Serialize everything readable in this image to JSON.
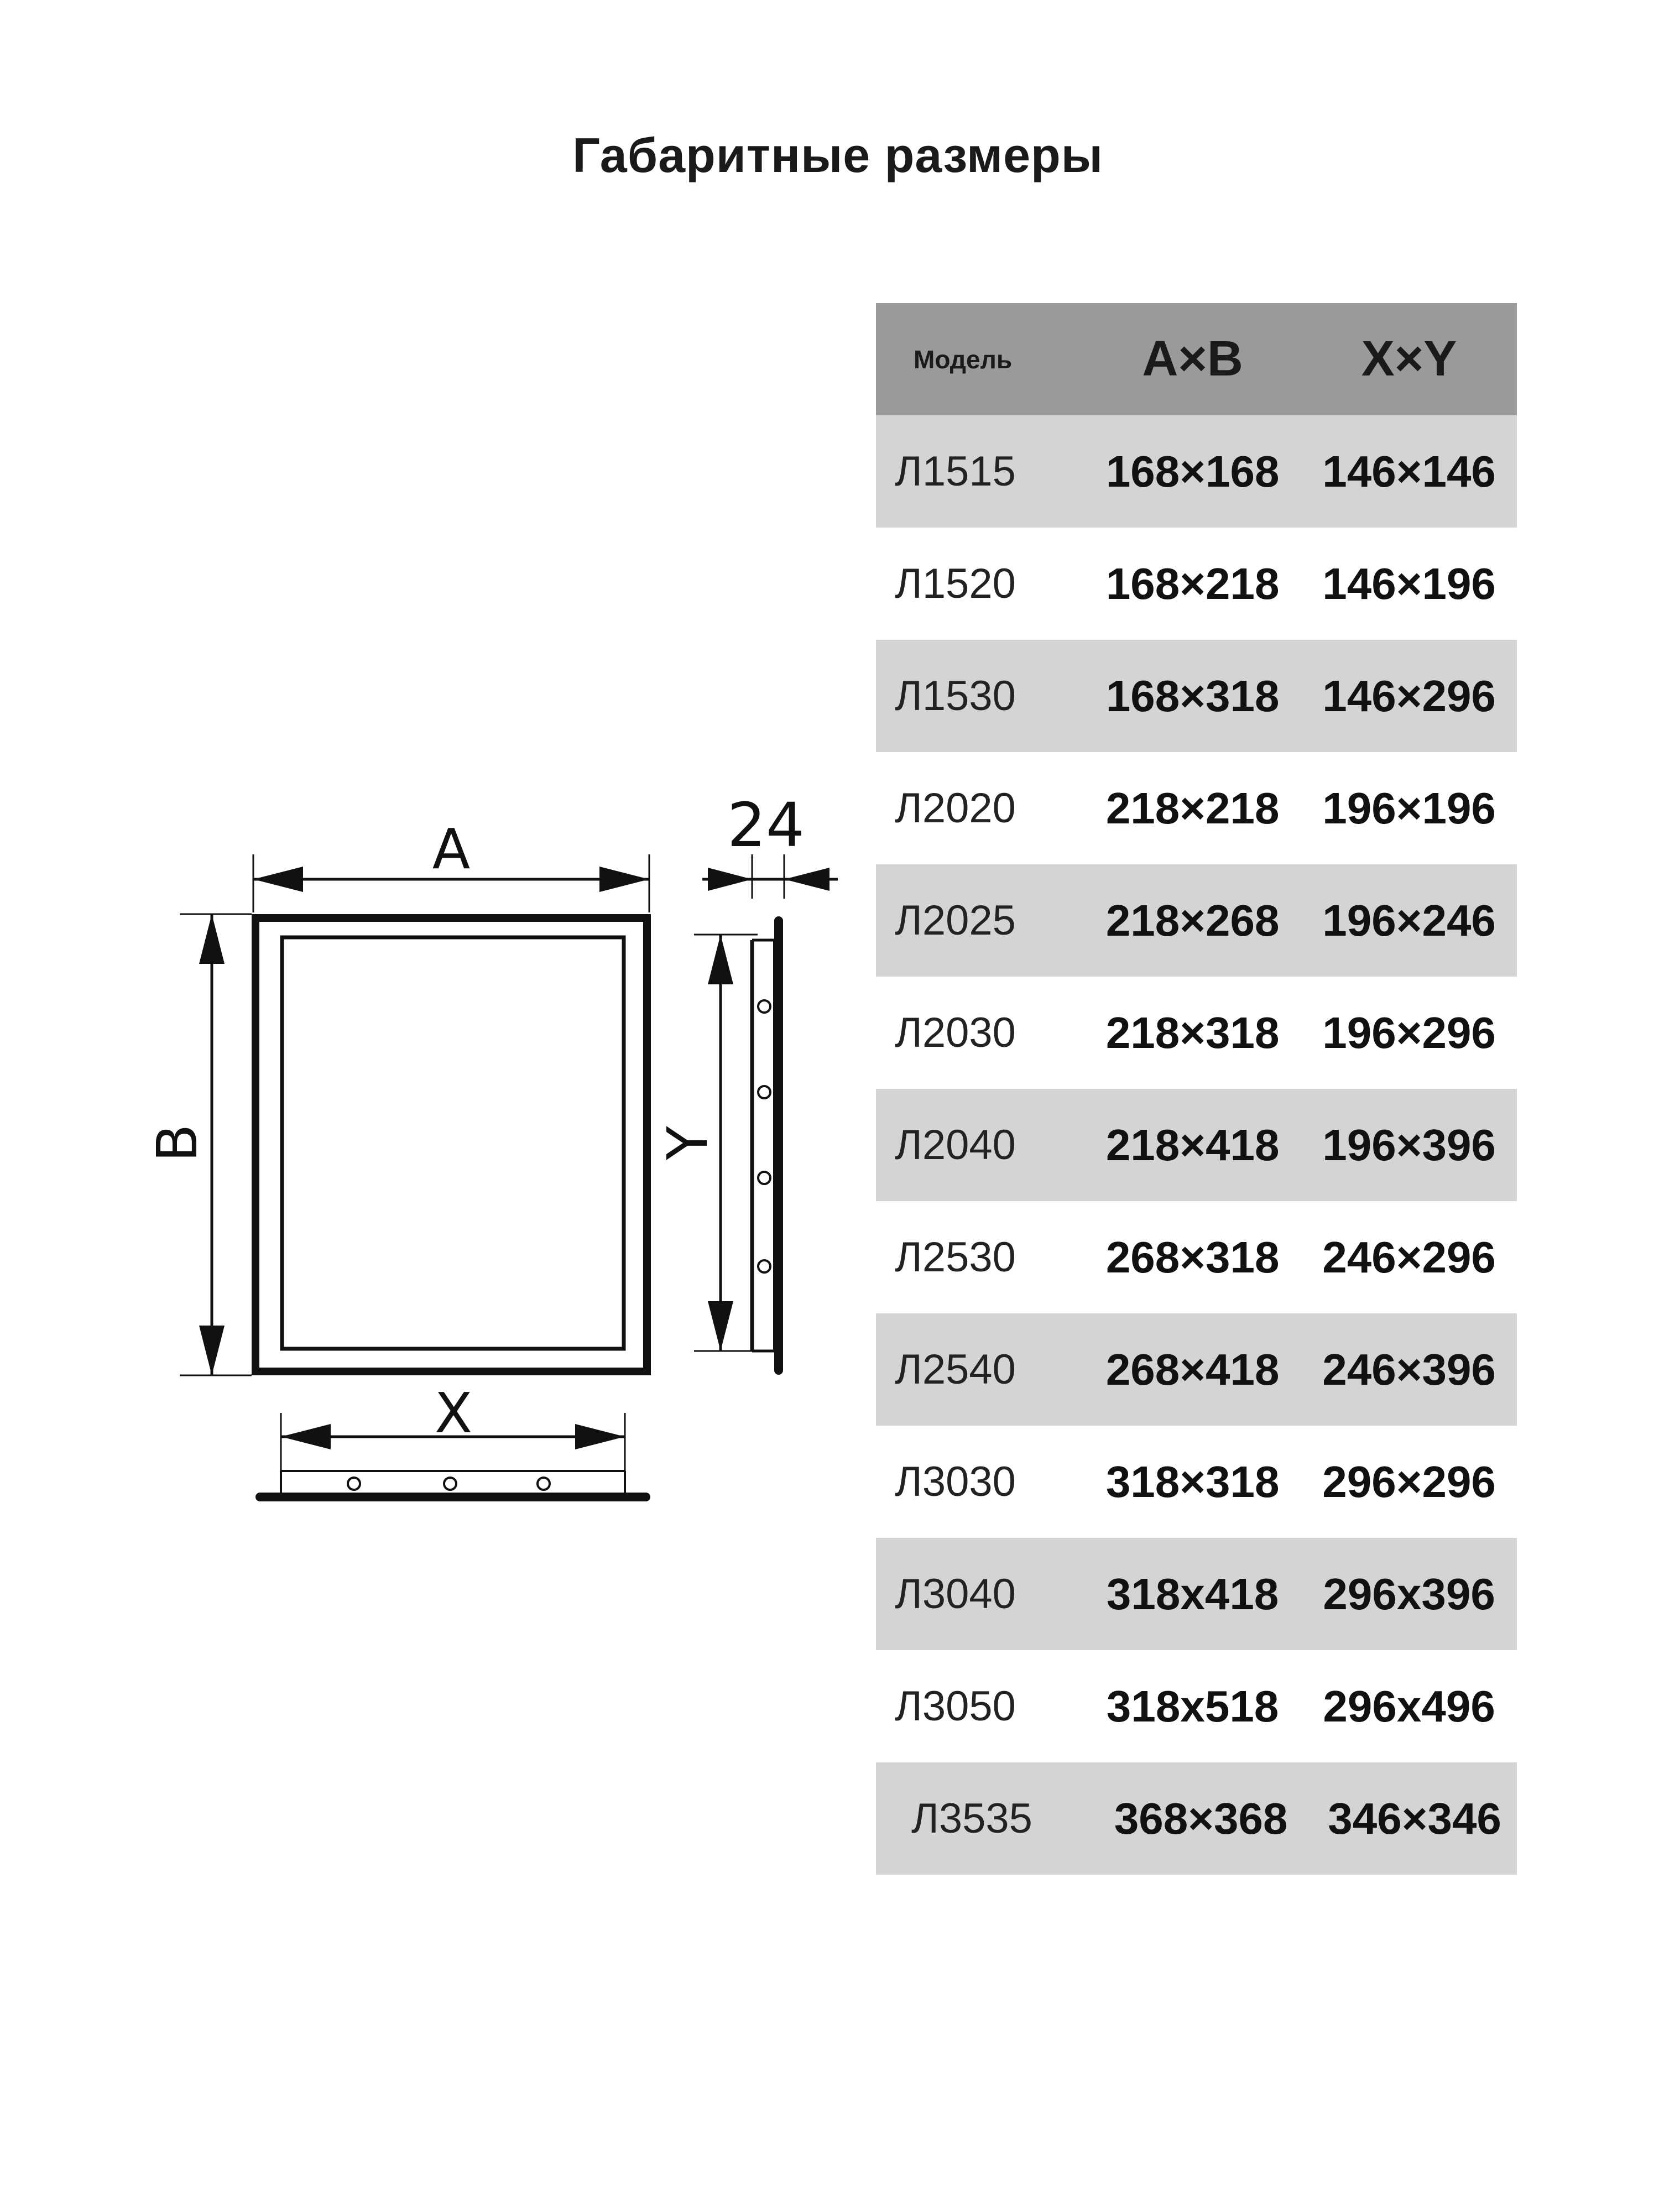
{
  "title": "Габаритные размеры",
  "drawing": {
    "label_a": "A",
    "label_b": "B",
    "label_x": "X",
    "label_y": "Y",
    "depth_label": "24"
  },
  "table": {
    "headers": {
      "model": "Модель",
      "ab": "A×B",
      "xy": "X×Y"
    },
    "rows": [
      {
        "model": "Л1515",
        "ab": "168×168",
        "xy": "146×146"
      },
      {
        "model": "Л1520",
        "ab": "168×218",
        "xy": "146×196"
      },
      {
        "model": "Л1530",
        "ab": "168×318",
        "xy": "146×296"
      },
      {
        "model": "Л2020",
        "ab": "218×218",
        "xy": "196×196"
      },
      {
        "model": "Л2025",
        "ab": "218×268",
        "xy": "196×246"
      },
      {
        "model": "Л2030",
        "ab": "218×318",
        "xy": "196×296"
      },
      {
        "model": "Л2040",
        "ab": "218×418",
        "xy": "196×396"
      },
      {
        "model": "Л2530",
        "ab": "268×318",
        "xy": "246×296"
      },
      {
        "model": "Л2540",
        "ab": "268×418",
        "xy": "246×396"
      },
      {
        "model": "Л3030",
        "ab": "318×318",
        "xy": "296×296"
      },
      {
        "model": "Л3040",
        "ab": "318x418",
        "xy": "296x396"
      },
      {
        "model": "Л3050",
        "ab": "318x518",
        "xy": "296x496"
      },
      {
        "model": "Л3535",
        "ab": "368×368",
        "xy": "346×346"
      }
    ]
  },
  "colors": {
    "header_bg": "#9a9a9a",
    "shaded_row_bg": "#d4d4d4",
    "line": "#111111"
  }
}
